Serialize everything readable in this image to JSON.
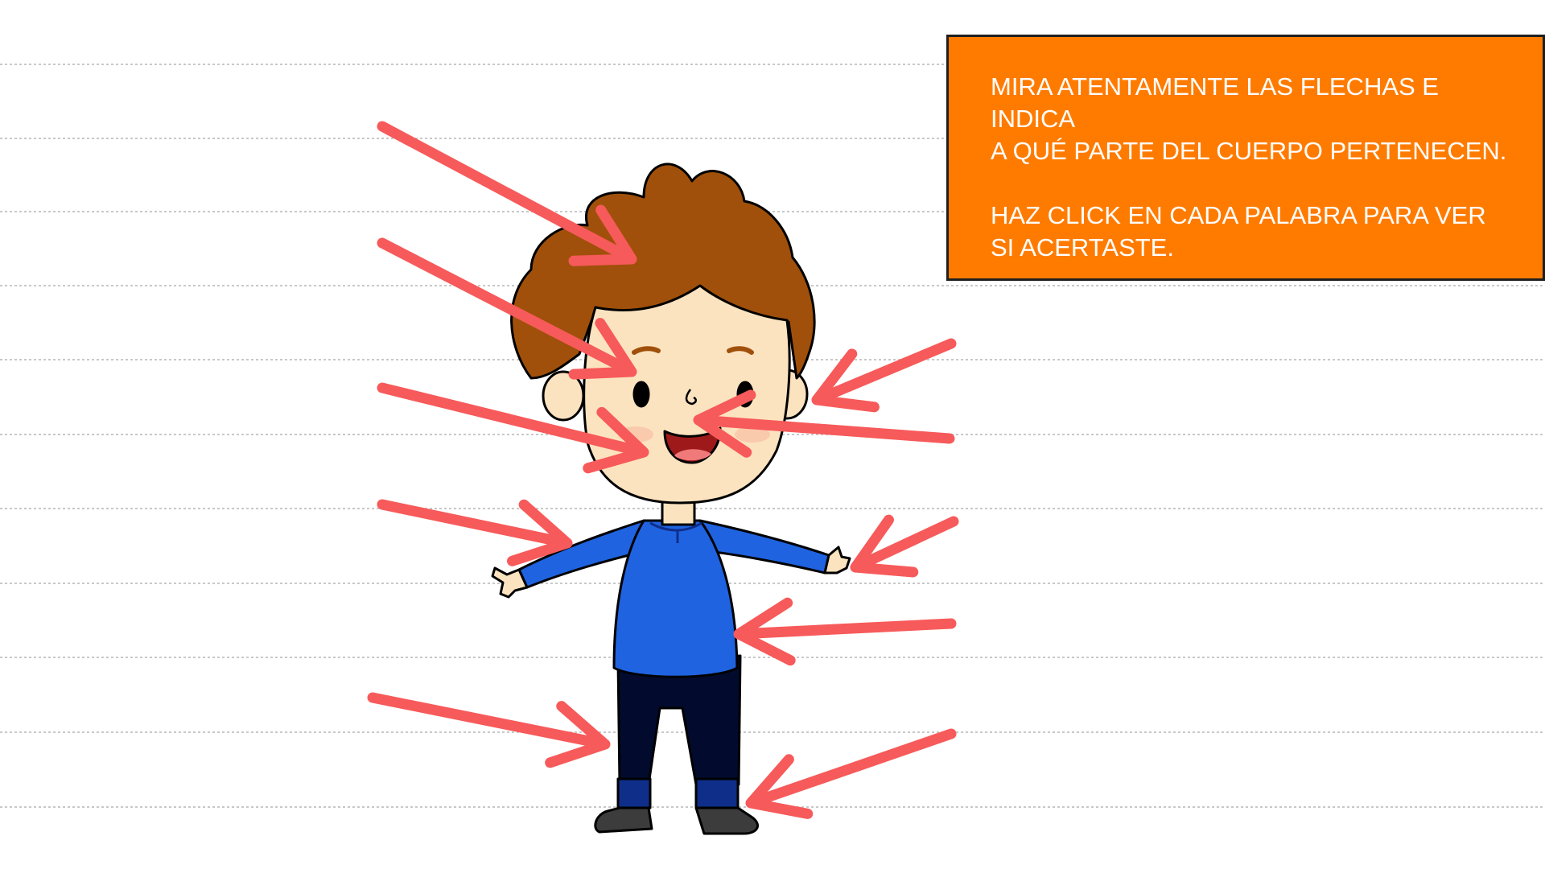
{
  "instructions": {
    "line1": "MIRA ATENTAMENTE LAS FLECHAS E INDICA\nA QUÉ PARTE DEL CUERPO PERTENECEN.",
    "line2": "HAZ CLICK EN CADA PALABRA PARA VER\nSI ACERTASTE."
  },
  "colors": {
    "panel": "#FF7B00",
    "arrow": "#F75A5A",
    "hair": "#A0500A",
    "skin": "#FCE3C0",
    "shirt": "#1F63E0",
    "pants": "#020B2E",
    "shoes": "#3C3C3C"
  },
  "arrows": [
    {
      "target": "hair"
    },
    {
      "target": "forehead"
    },
    {
      "target": "mouth"
    },
    {
      "target": "arm"
    },
    {
      "target": "leg"
    },
    {
      "target": "ear"
    },
    {
      "target": "nose"
    },
    {
      "target": "hand"
    },
    {
      "target": "belly"
    },
    {
      "target": "foot"
    }
  ]
}
